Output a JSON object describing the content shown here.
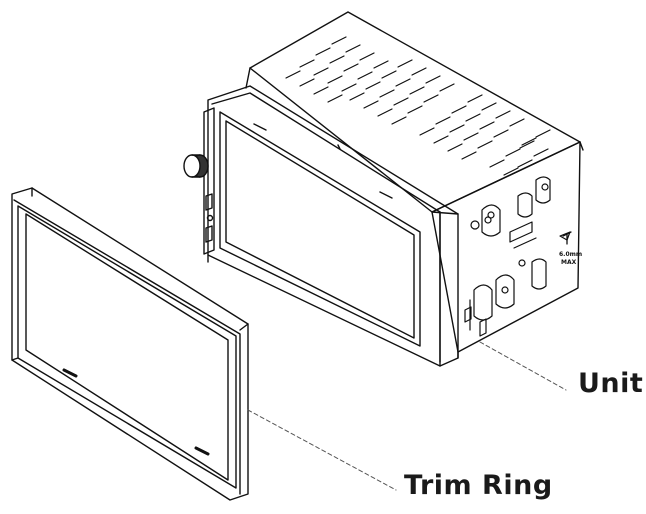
{
  "labels": {
    "unit": "Unit",
    "trim_ring": "Trim Ring"
  },
  "unit_markings": {
    "depth": "6.0mm",
    "max": "MAX"
  },
  "colors": {
    "line": "#111111",
    "dash": "#555555",
    "background": "#ffffff"
  }
}
